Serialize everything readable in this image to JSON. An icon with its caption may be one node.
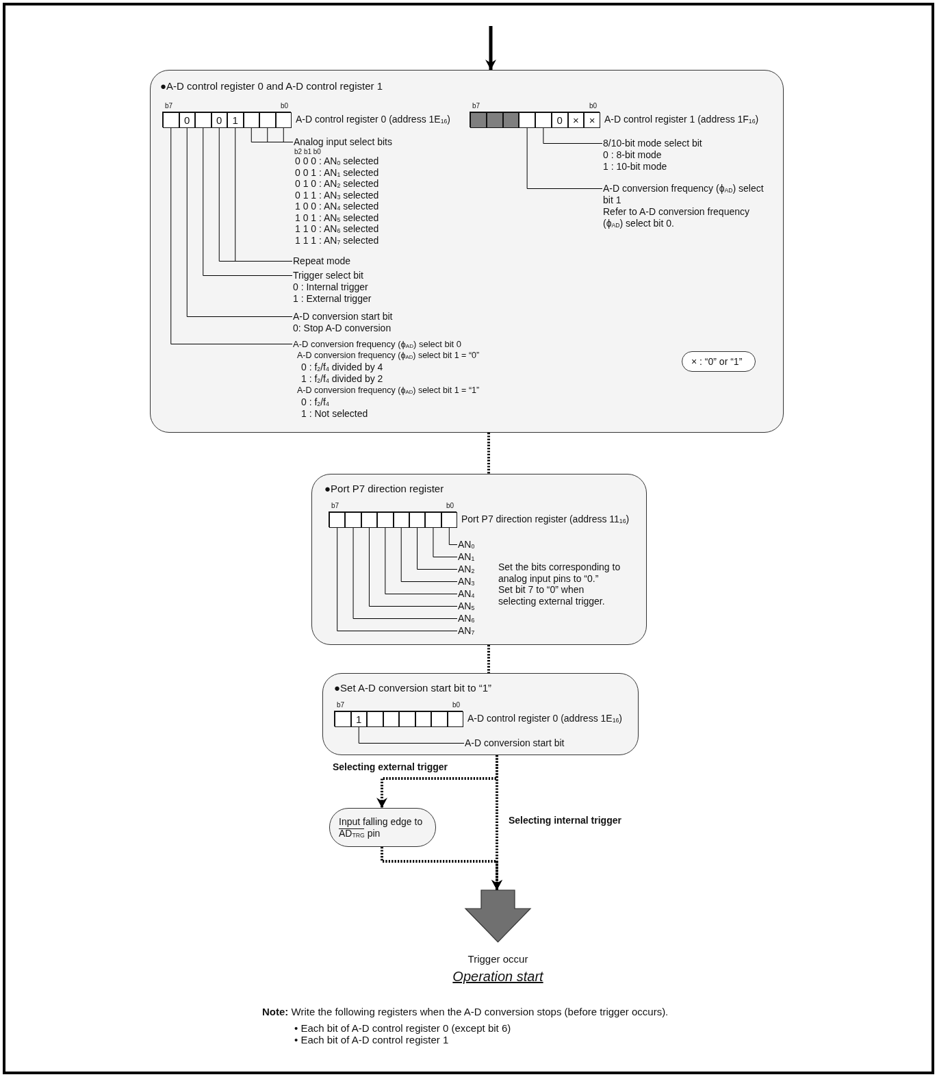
{
  "diagram": {
    "nodes": [
      {
        "text": [
          "●A-D control register 0 and A-D control register 1"
        ]
      },
      {
        "text": [],
        "shape": "box",
        "in": 0,
        "beside": [
          "b7",
          "b0",
          "A-D control register 0 (address 1E$_{16}$)"
        ]
      },
      {
        "text": [],
        "shape": "box",
        "in": 1
      },
      {
        "text": [
          "0"
        ],
        "in": 1
      },
      {
        "text": [],
        "shape": "box",
        "in": 1
      },
      {
        "text": [
          "0"
        ],
        "in": 1
      },
      {
        "text": [
          "1"
        ],
        "in": 1
      },
      {
        "text": [],
        "shape": "box",
        "in": 1
      },
      {
        "text": [],
        "shape": "box",
        "in": 1
      },
      {
        "text": [],
        "shape": "box",
        "in": 1
      },
      {
        "text": [],
        "shape": "box",
        "in": 0,
        "beside": [
          "b7",
          "b0",
          "A-D control register 1 (address 1F$_{16}$)"
        ]
      },
      {
        "text": [],
        "shape": "box",
        "in": 10
      },
      {
        "text": [],
        "shape": "box",
        "in": 10
      },
      {
        "text": [],
        "shape": "box",
        "in": 10
      },
      {
        "text": [],
        "shape": "box",
        "in": 10
      },
      {
        "text": [],
        "shape": "box",
        "in": 10
      },
      {
        "text": [
          "0"
        ],
        "in": 10
      },
      {
        "text": [
          "×"
        ],
        "in": 10
      },
      {
        "text": [
          "×"
        ],
        "in": 10
      },
      {
        "text": [
          "Analog input select bits",
          "b2 b1 b0",
          "0 0 0 : AN$_{0}$ selected",
          "0 0 1 : AN$_{1}$ selected",
          "0 1 0 : AN$_{2}$ selected",
          "0 1 1 : AN$_{3}$ selected",
          "1 0 0 : AN$_{4}$ selected",
          "1 0 1 : AN$_{5}$ selected",
          "1 1 0 : AN$_{6}$ selected",
          "1 1 1 : AN$_{7}$ selected"
        ],
        "in": 0
      },
      {
        "text": [
          "Repeat mode"
        ],
        "in": 0
      },
      {
        "text": [
          "Trigger select bit",
          "0 : Internal trigger",
          "1 : External trigger"
        ],
        "in": 0
      },
      {
        "text": [
          "A-D conversion start bit",
          "0: Stop A-D conversion"
        ],
        "in": 0
      },
      {
        "text": [
          "A-D conversion frequency (ϕ$_{AD}$) select bit 0",
          "A-D conversion frequency (ϕ$_{AD}$) select bit 1 = “0”",
          "0 : f$_{2}$/f$_{4}$ divided by 4",
          "1 : f$_{2}$/f$_{4}$ divided by 2",
          "A-D conversion frequency (ϕ$_{AD}$) select bit 1 = “1”",
          "0 : f$_{2}$/f$_{4}$",
          "1 : Not selected"
        ],
        "in": 0
      },
      {
        "text": [
          "8/10-bit mode select bit",
          "0 : 8-bit mode",
          "1 : 10-bit mode"
        ],
        "in": 0
      },
      {
        "text": [
          "A-D conversion frequency (ϕ$_{AD}$) select bit 1",
          "Refer to A-D conversion frequency (ϕ$_{AD}$) select bit 0."
        ],
        "in": 0
      },
      {
        "text": [
          "× : “0” or “1”"
        ],
        "in": 0
      },
      {
        "text": [
          "●Port P7 direction register"
        ]
      },
      {
        "text": [],
        "shape": "box",
        "in": 27,
        "beside": [
          "b7",
          "b0",
          "Port P7 direction register (address 11$_{16}$)"
        ]
      },
      {
        "text": [],
        "shape": "box",
        "in": 28
      },
      {
        "text": [],
        "shape": "box",
        "in": 28
      },
      {
        "text": [],
        "shape": "box",
        "in": 28
      },
      {
        "text": [],
        "shape": "box",
        "in": 28
      },
      {
        "text": [],
        "shape": "box",
        "in": 28
      },
      {
        "text": [],
        "shape": "box",
        "in": 28
      },
      {
        "text": [],
        "shape": "box",
        "in": 28
      },
      {
        "text": [],
        "shape": "box",
        "in": 28
      },
      {
        "text": [
          "AN$_{0}$"
        ],
        "in": 27
      },
      {
        "text": [
          "AN$_{1}$"
        ],
        "in": 27
      },
      {
        "text": [
          "AN$_{2}$"
        ],
        "in": 27
      },
      {
        "text": [
          "AN$_{3}$"
        ],
        "in": 27
      },
      {
        "text": [
          "AN$_{4}$"
        ],
        "in": 27
      },
      {
        "text": [
          "AN$_{5}$"
        ],
        "in": 27
      },
      {
        "text": [
          "AN$_{6}$"
        ],
        "in": 27
      },
      {
        "text": [
          "AN$_{7}$"
        ],
        "in": 27
      },
      {
        "text": [
          "●Set A-D conversion start bit to “1”"
        ]
      },
      {
        "text": [],
        "shape": "box",
        "in": 45,
        "beside": [
          "b7",
          "b0",
          "A-D control register 0 (address 1E$_{16}$)"
        ]
      },
      {
        "text": [],
        "shape": "box",
        "in": 46
      },
      {
        "text": [
          "1"
        ],
        "in": 46
      },
      {
        "text": [],
        "shape": "box",
        "in": 46
      },
      {
        "text": [],
        "shape": "box",
        "in": 46
      },
      {
        "text": [],
        "shape": "box",
        "in": 46
      },
      {
        "text": [],
        "shape": "box",
        "in": 46
      },
      {
        "text": [],
        "shape": "box",
        "in": 46
      },
      {
        "text": [],
        "shape": "box",
        "in": 46
      },
      {
        "text": [
          "A-D conversion start bit"
        ],
        "in": 45
      },
      {
        "text": [
          "Input falling edge to",
          "AD$_{TRG}$ pin"
        ]
      },
      {
        "text": [],
        "shape": "arrow",
        "beside": [
          "Trigger occur",
          "Operation start"
        ]
      }
    ],
    "edges": [
      {
        "from": 19,
        "to": 7,
        "arrow": "none"
      },
      {
        "from": 19,
        "to": 8,
        "arrow": "none"
      },
      {
        "from": 19,
        "to": 9,
        "arrow": "none"
      },
      {
        "from": 20,
        "to": 5,
        "arrow": "none"
      },
      {
        "from": 20,
        "to": 6,
        "arrow": "none"
      },
      {
        "from": 21,
        "to": 4,
        "arrow": "none"
      },
      {
        "from": 22,
        "to": 3,
        "arrow": "none"
      },
      {
        "from": 23,
        "to": 2,
        "arrow": "none"
      },
      {
        "from": 24,
        "to": 15,
        "arrow": "none"
      },
      {
        "from": 25,
        "to": 14,
        "arrow": "none"
      },
      {
        "from": 37,
        "to": 36,
        "arrow": "none"
      },
      {
        "from": 38,
        "to": 35,
        "arrow": "none"
      },
      {
        "from": 39,
        "to": 34,
        "arrow": "none"
      },
      {
        "from": 40,
        "to": 33,
        "arrow": "none"
      },
      {
        "from": 41,
        "to": 32,
        "arrow": "none"
      },
      {
        "from": 42,
        "to": 31,
        "arrow": "none"
      },
      {
        "from": 43,
        "to": 30,
        "arrow": "none"
      },
      {
        "from": 44,
        "to": 29,
        "arrow": "none"
      },
      {
        "from": 55,
        "to": 48,
        "arrow": "none"
      },
      {
        "from": null,
        "to": 0,
        "arrow": "to",
        "style": "thick"
      },
      {
        "from": 0,
        "to": 27,
        "arrow": "none",
        "style": "dashed"
      },
      {
        "from": 27,
        "to": 45,
        "arrow": "none",
        "style": "dashed"
      },
      {
        "from": 45,
        "to": 56,
        "arrow": "to",
        "style": "dashed",
        "label": "Selecting external trigger"
      },
      {
        "from": 45,
        "to": 57,
        "arrow": "to",
        "style": "dashed",
        "label": "Selecting internal trigger"
      },
      {
        "from": 56,
        "to": 57,
        "arrow": "to",
        "style": "dashed"
      }
    ],
    "labels": [
      "Set the bits corresponding to analog input pins to “0.”",
      "Set bit 7 to “0” when selecting external trigger.",
      "**Note:** Write the following registers when the A-D conversion stops (before trigger occurs).",
      "• Each bit of A-D control register 0 (except bit 6)",
      "• Each bit of A-D control register 1"
    ]
  }
}
